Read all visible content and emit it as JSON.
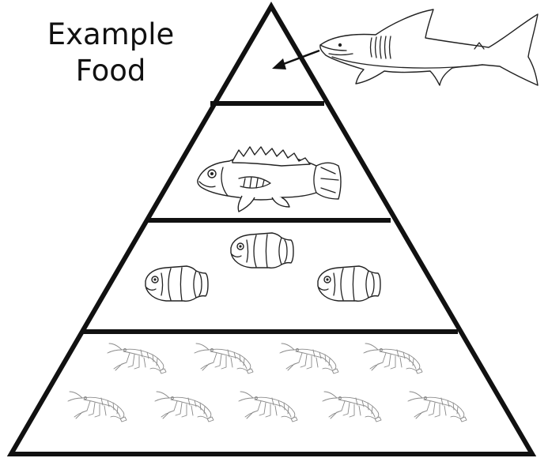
{
  "title": {
    "line1": "Example",
    "line2": "Food"
  },
  "pyramid": {
    "levels": [
      {
        "icon": "shark-icon",
        "count": 1
      },
      {
        "icon": "rockfish-icon",
        "count": 1
      },
      {
        "icon": "angelfish-icon",
        "count": 3
      },
      {
        "icon": "shrimp-icon",
        "count": 9
      }
    ]
  },
  "colors": {
    "line": "#111111",
    "drawing": "#222222",
    "faint_drawing": "#8a8a8a",
    "background": "#ffffff"
  }
}
